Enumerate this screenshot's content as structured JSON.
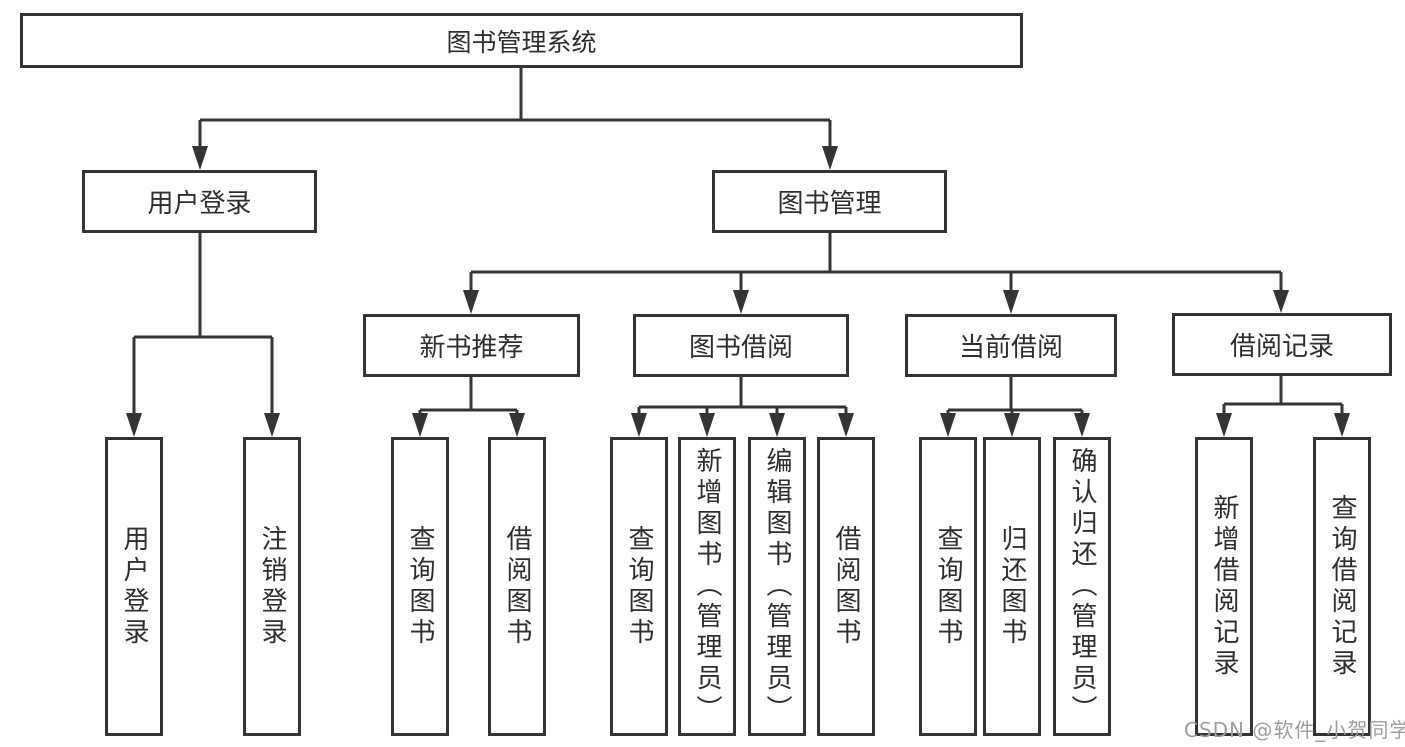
{
  "tree": {
    "root": {
      "label": "图书管理系统"
    },
    "branches": [
      {
        "label": "用户登录",
        "children": [
          {
            "label": "用户登录"
          },
          {
            "label": "注销登录"
          }
        ]
      },
      {
        "label": "图书管理",
        "children": [
          {
            "label": "新书推荐",
            "children": [
              {
                "label": "查询图书"
              },
              {
                "label": "借阅图书"
              }
            ]
          },
          {
            "label": "图书借阅",
            "children": [
              {
                "label": "查询图书"
              },
              {
                "label": "新增图书（管理员）"
              },
              {
                "label": "编辑图书（管理员）"
              },
              {
                "label": "借阅图书"
              }
            ]
          },
          {
            "label": "当前借阅",
            "children": [
              {
                "label": "查询图书"
              },
              {
                "label": "归还图书"
              },
              {
                "label": "确认归还（管理员）"
              }
            ]
          },
          {
            "label": "借阅记录",
            "children": [
              {
                "label": "新增借阅记录"
              },
              {
                "label": "查询借阅记录"
              }
            ]
          }
        ]
      }
    ]
  },
  "watermark": "CSDN @软件_小贺同学",
  "colors": {
    "line": "#343434",
    "box_border": "#343434",
    "text": "#2e2e2e",
    "watermark_text": "#9e9e9e",
    "background": "#ffffff"
  }
}
